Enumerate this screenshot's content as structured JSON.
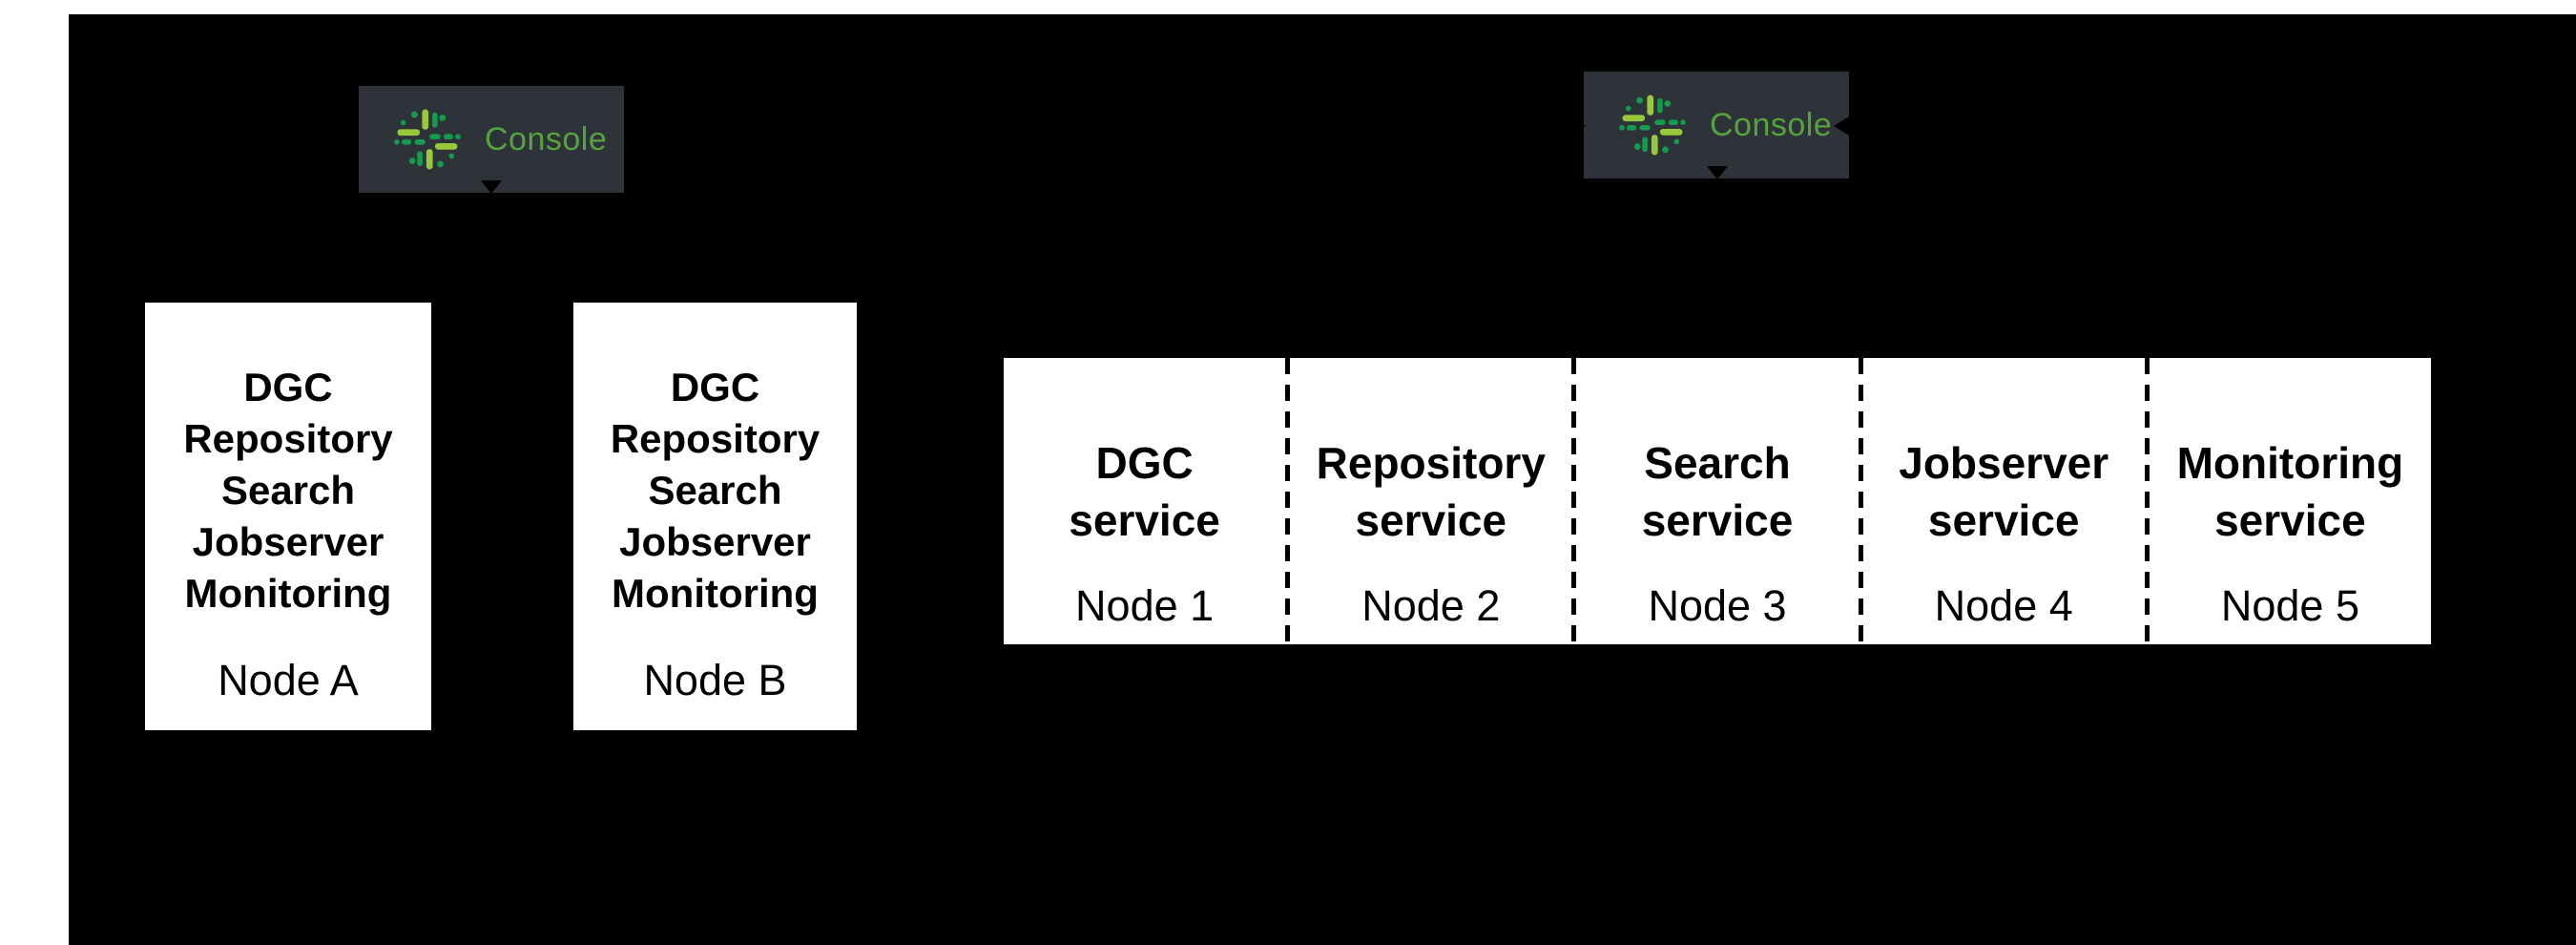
{
  "colors": {
    "canvas_background": "#000000",
    "page_background": "#ffffff",
    "badge_background": "#2e333a",
    "console_text_green": "#55a33c",
    "logo_green_light": "#98c93c",
    "logo_green_dark": "#149b4d",
    "box_background": "#ffffff",
    "box_text": "#000000"
  },
  "console_badges": [
    {
      "label": "Console"
    },
    {
      "label": "Console"
    }
  ],
  "ha_nodes": [
    {
      "services": [
        "DGC",
        "Repository",
        "Search",
        "Jobserver",
        "Monitoring"
      ],
      "node_label": "Node A"
    },
    {
      "services": [
        "DGC",
        "Repository",
        "Search",
        "Jobserver",
        "Monitoring"
      ],
      "node_label": "Node B"
    }
  ],
  "distributed_nodes": {
    "cells": [
      {
        "service_label": "DGC service",
        "node_label": "Node 1"
      },
      {
        "service_label": "Repository service",
        "node_label": "Node 2"
      },
      {
        "service_label": "Search service",
        "node_label": "Node 3"
      },
      {
        "service_label": "Jobserver service",
        "node_label": "Node 4"
      },
      {
        "service_label": "Monitoring service",
        "node_label": "Node 5"
      }
    ]
  }
}
